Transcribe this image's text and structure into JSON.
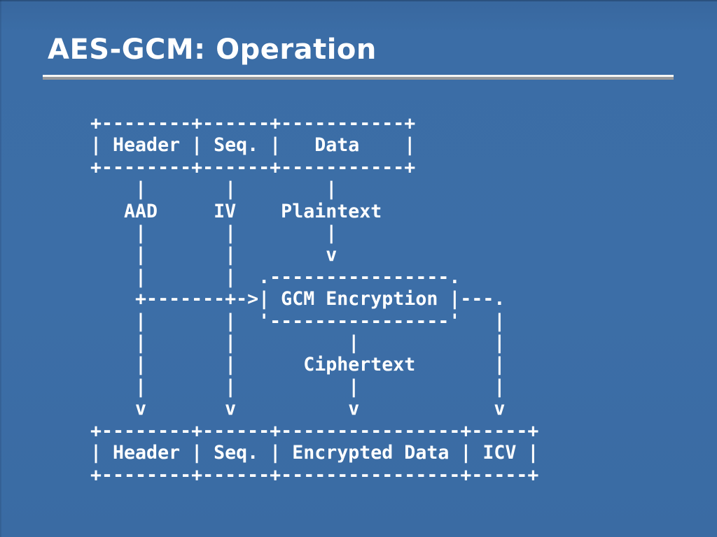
{
  "slide": {
    "title": "AES-GCM: Operation",
    "colors": {
      "background": "#3b6da6",
      "text": "#ffffff",
      "rule_top": "#f6f6f4",
      "rule_bottom": "#96989b"
    }
  },
  "diagram": {
    "description": "ASCII flow diagram of AES-GCM operation: an input packet is split into AAD, IV and Plaintext, passed through GCM Encryption, producing Ciphertext and ICV in the output packet",
    "input_packet_fields": [
      "Header",
      "Seq.",
      "Data"
    ],
    "gcm_inputs": [
      "AAD",
      "IV",
      "Plaintext"
    ],
    "process": "GCM Encryption",
    "process_output": "Ciphertext",
    "output_packet_fields": [
      "Header",
      "Seq.",
      "Encrypted Data",
      "ICV"
    ],
    "ascii_lines": [
      "+--------+------+-----------+",
      "| Header | Seq. |   Data    |",
      "+--------+------+-----------+",
      "    |       |        |",
      "   AAD     IV    Plaintext",
      "    |       |        |",
      "    |       |        v",
      "    |       |  .----------------.",
      "    +-------+->| GCM Encryption |---.",
      "    |       |  '----------------'   |",
      "    |       |          |            |",
      "    |       |      Ciphertext       |",
      "    |       |          |            |",
      "    v       v          v            v",
      "+--------+------+----------------+-----+",
      "| Header | Seq. | Encrypted Data | ICV |",
      "+--------+------+----------------+-----+"
    ]
  }
}
